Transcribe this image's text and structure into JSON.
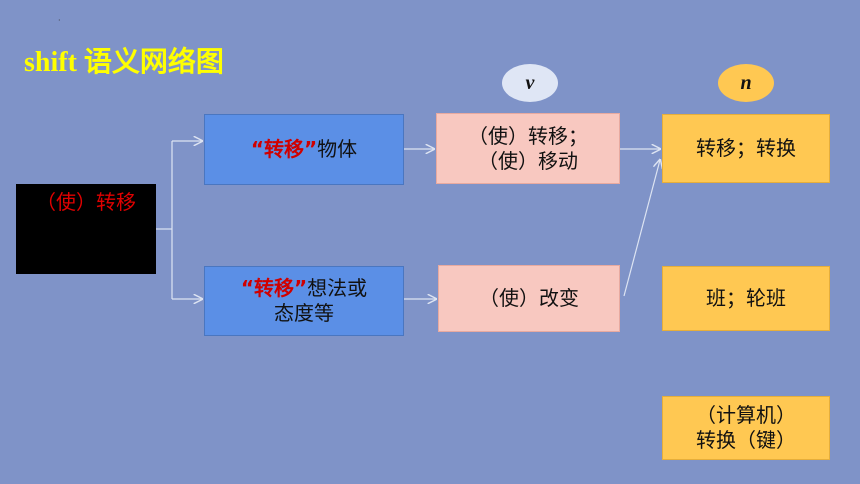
{
  "title": "shift 语义网络图",
  "corner_mark": "·",
  "root": {
    "label": "（使）转移"
  },
  "branch1": {
    "quote": "“转移”",
    "rest": "物体"
  },
  "branch2": {
    "quote": "“转移”",
    "rest": "想法或",
    "line2": "态度等"
  },
  "verb_label": "v",
  "noun_label": "n",
  "verb1": {
    "line1": "（使）转移；",
    "line2": "（使）移动"
  },
  "verb2": {
    "label": "（使）改变"
  },
  "noun1": {
    "label": "转移；转换"
  },
  "noun2": {
    "label": "班；轮班"
  },
  "noun3": {
    "line1": "（计算机）",
    "line2": "转换（键）"
  },
  "colors": {
    "background": "#7f93c8",
    "title": "#ffff00",
    "blue_box": "#5b8fe6",
    "pink_box": "#f8c8c0",
    "gold_box": "#ffc852",
    "accent_red": "#d00000"
  }
}
